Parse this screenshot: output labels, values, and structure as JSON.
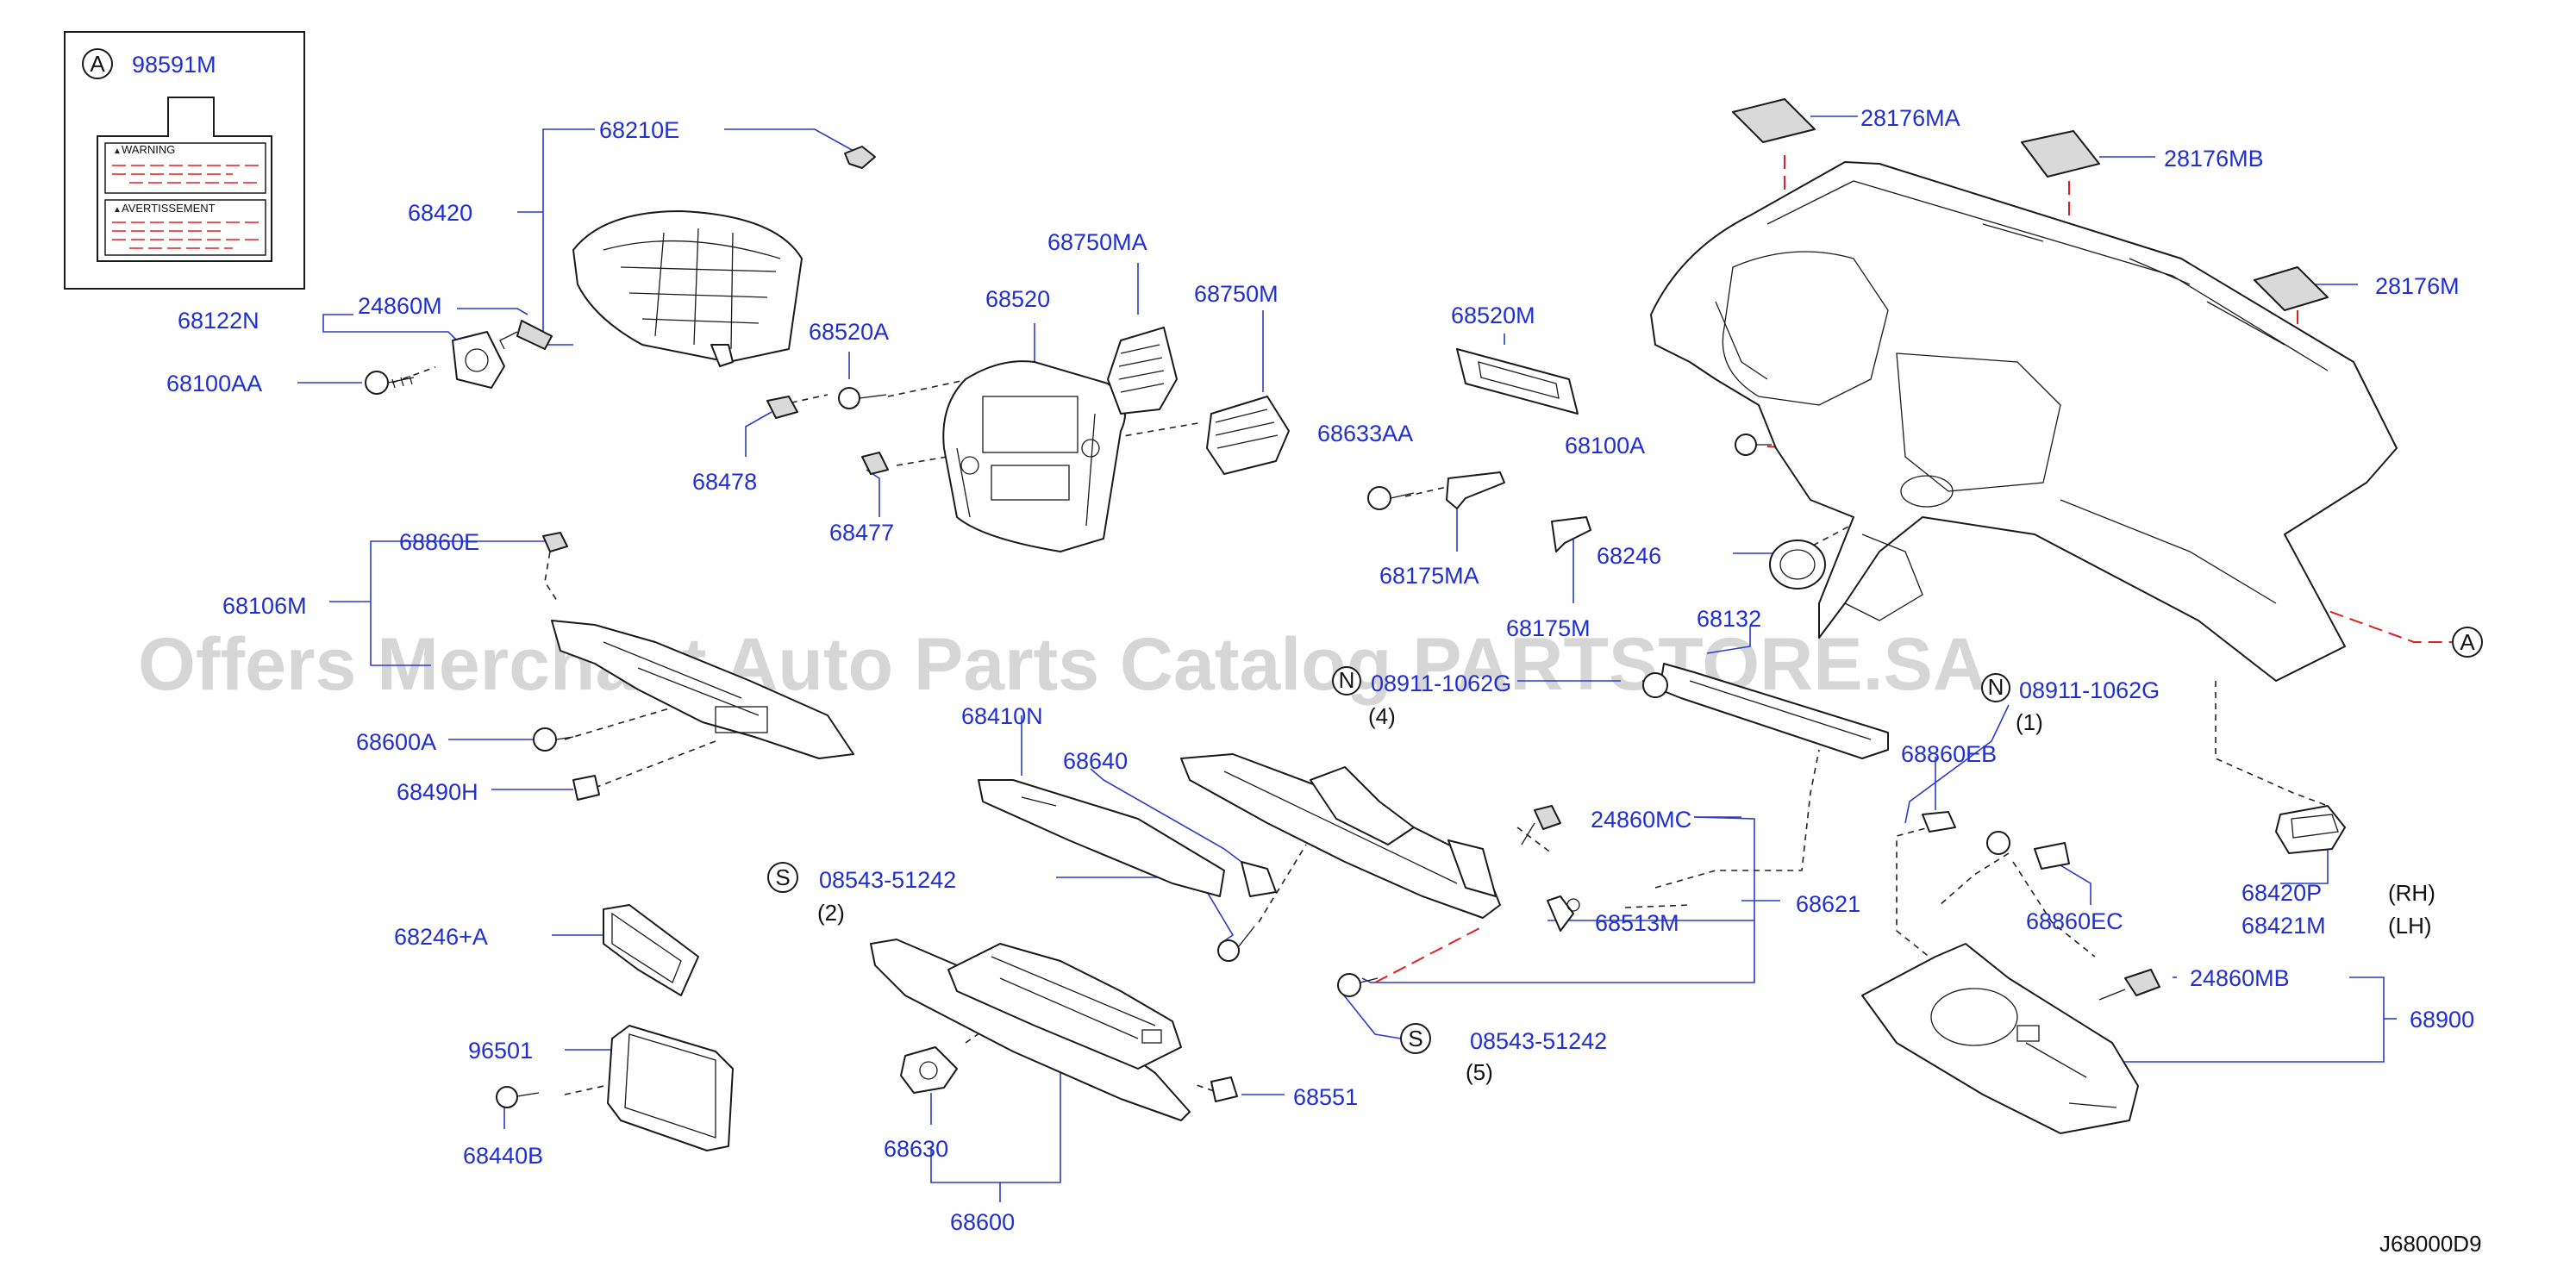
{
  "diagram_code": "J68000D9",
  "watermark": "Offers Merchant Auto Parts Catalog PARTSTORE.SA",
  "inset": {
    "marker": "A",
    "part": "98591M",
    "warning_label": "WARNING",
    "avertissement_label": "AVERTISSEMENT"
  },
  "callout_marker": "A",
  "parts": {
    "p68210E": "68210E",
    "p68420": "68420",
    "p24860M": "24860M",
    "p68122N": "68122N",
    "p68100AA": "68100AA",
    "p68520A": "68520A",
    "p68478": "68478",
    "p68520": "68520",
    "p68477": "68477",
    "p68750MA": "68750MA",
    "p68750M": "68750M",
    "p68520M": "68520M",
    "p68633AA": "68633AA",
    "p68175MA": "68175MA",
    "p68175M": "68175M",
    "p68100A": "68100A",
    "p68246": "68246",
    "p28176MA": "28176MA",
    "p28176MB": "28176MB",
    "p28176M": "28176M",
    "p68860E": "68860E",
    "p68106M": "68106M",
    "p68600A": "68600A",
    "p68490H": "68490H",
    "p68132": "68132",
    "p08911_4": "08911-1062G",
    "q4": "(4)",
    "p08911_1": "08911-1062G",
    "q1": "(1)",
    "p68410N": "68410N",
    "p68640": "68640",
    "p24860MC": "24860MC",
    "p68860EB": "68860EB",
    "p08543_2": "08543-51242",
    "q2": "(2)",
    "p68621": "68621",
    "p68513M": "68513M",
    "p68860EC": "68860EC",
    "p68420P": "68420P",
    "rh": "(RH)",
    "p68421M": "68421M",
    "lh": "(LH)",
    "p68246A": "68246+A",
    "p24860MB": "24860MB",
    "p68900": "68900",
    "p96501": "96501",
    "p08543_5": "08543-51242",
    "q5": "(5)",
    "p68440B": "68440B",
    "p68630": "68630",
    "p68551": "68551",
    "p68600": "68600"
  },
  "markers": {
    "s": "S",
    "n": "N"
  },
  "colors": {
    "part_number_blue": "#1f2fd2",
    "leader_blue": "#2a3cc8",
    "red_dash": "#e02020",
    "watermark_gray": "#c9c9c9"
  }
}
